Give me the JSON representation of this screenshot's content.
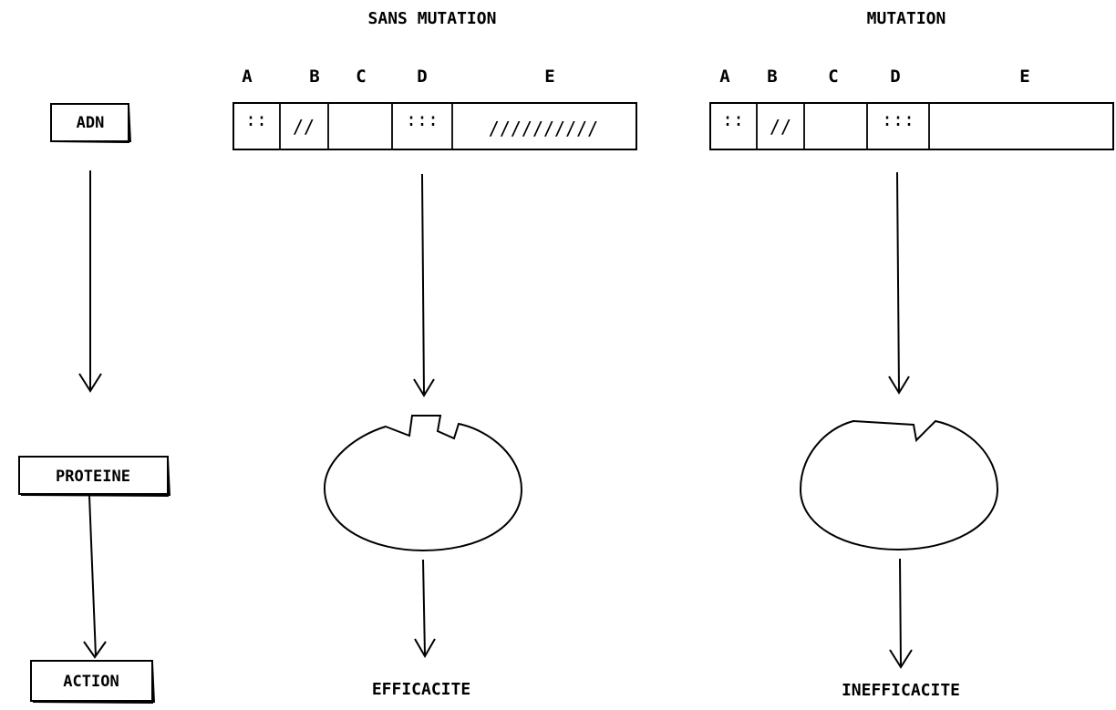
{
  "headers": {
    "left": "SANS MUTATION",
    "right": "MUTATION"
  },
  "segment_labels": [
    "A",
    "B",
    "C",
    "D",
    "E"
  ],
  "boxes": {
    "dna": "ADN",
    "protein": "PROTEINE",
    "action": "ACTION"
  },
  "outcomes": {
    "left": "EFFICACITE",
    "right": "INEFFICACITE"
  },
  "dna_left_segments": {
    "a": "::",
    "b": "//",
    "c": "",
    "d": ":::",
    "e": "//////////"
  },
  "dna_right_segments": {
    "a": "::",
    "b": "//",
    "c": "",
    "d": ":::",
    "e": ""
  }
}
